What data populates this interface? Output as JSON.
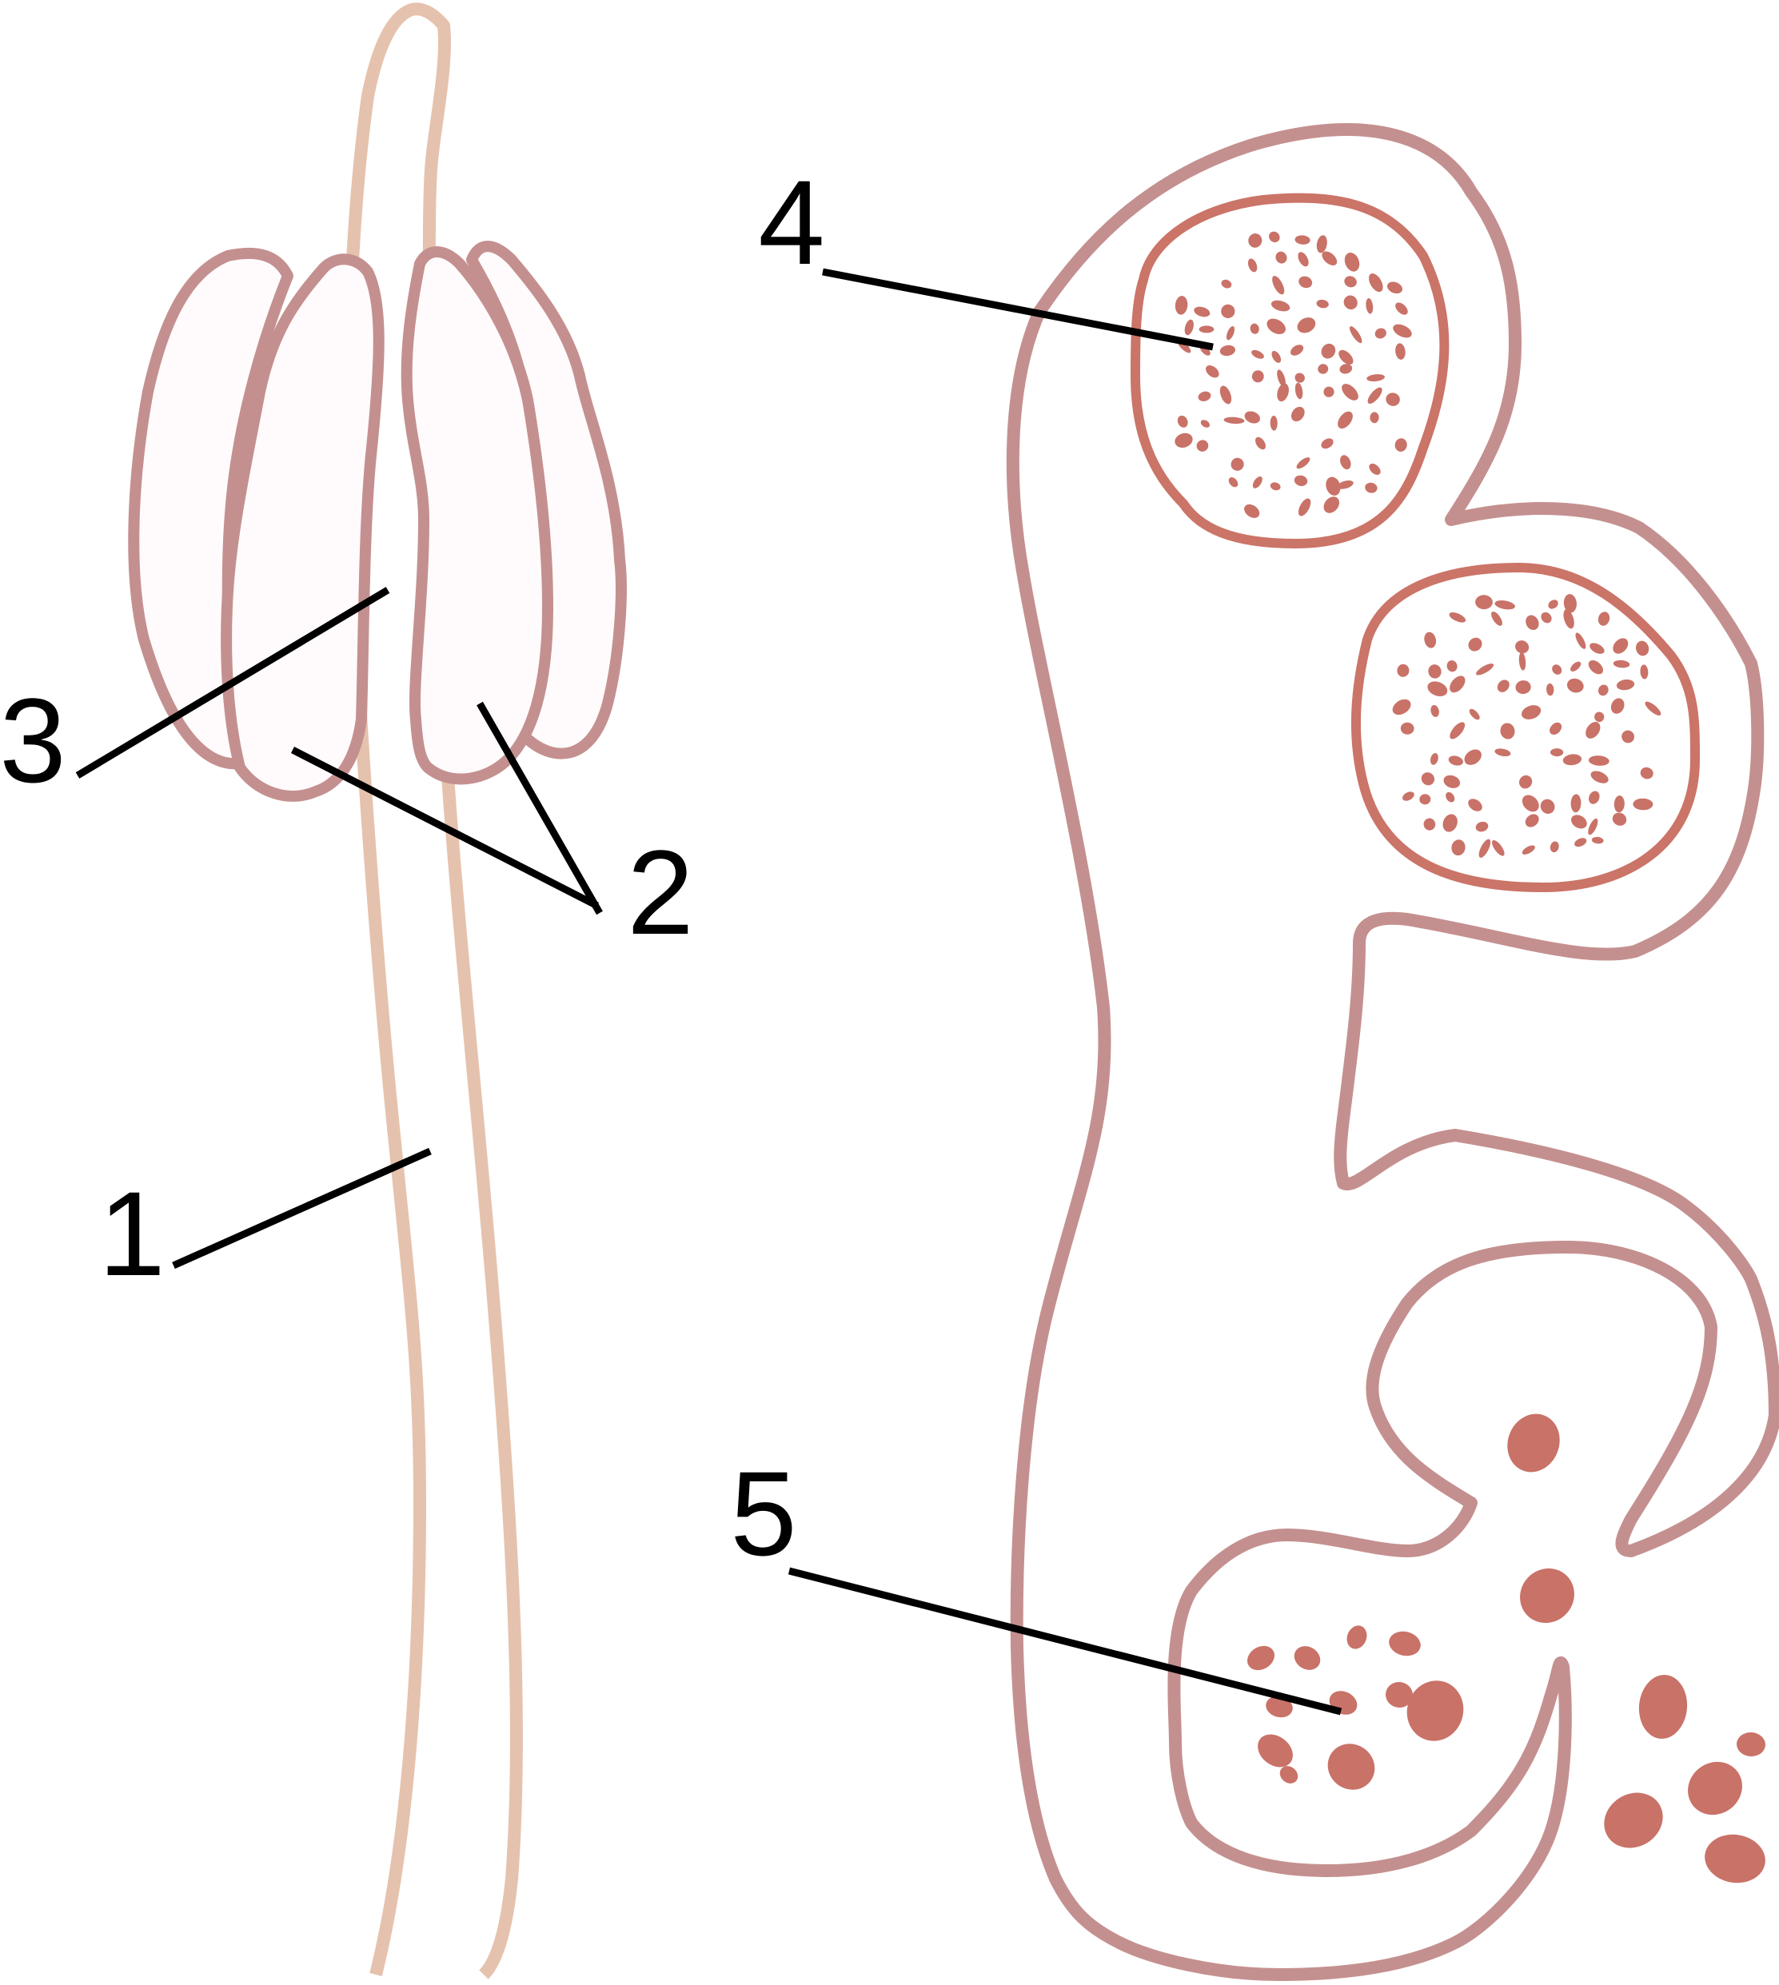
{
  "colors": {
    "filament": "#E5C2AE",
    "anther_outline": "#C4908F",
    "anther_fill": "#FFFBFC",
    "pollen_sac_outline": "#CB7468",
    "pollen": "#C97268",
    "leader_line": "#000000",
    "background": "#FFFFFF"
  },
  "labels": {
    "one": "1",
    "two": "2",
    "three": "3",
    "four": "4",
    "five": "5"
  }
}
